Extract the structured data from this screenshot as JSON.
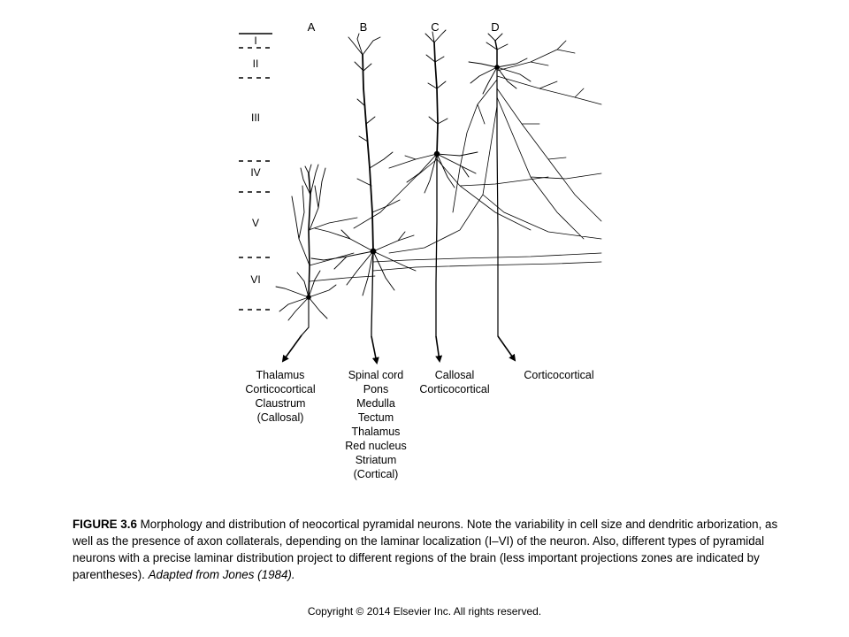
{
  "figure": {
    "column_letters": [
      "A",
      "B",
      "C",
      "D"
    ],
    "layers": [
      "I",
      "II",
      "III",
      "IV",
      "V",
      "VI"
    ],
    "targets": [
      {
        "lines": [
          "Thalamus",
          "Corticocortical",
          "Claustrum",
          "(Callosal)"
        ]
      },
      {
        "lines": [
          "Spinal cord",
          "Pons",
          "Medulla",
          "Tectum",
          "Thalamus",
          "Red nucleus",
          "Striatum",
          "(Cortical)"
        ]
      },
      {
        "lines": [
          "Callosal",
          "Corticocortical"
        ]
      },
      {
        "lines": [
          "Corticocortical"
        ]
      }
    ]
  },
  "caption": {
    "label": "FIGURE 3.6",
    "text": " Morphology and distribution of neocortical pyramidal neurons. Note the variability in cell size and dendritic arborization, as well as the presence of axon collaterals, depending on the laminar localization (I–VI) of the neuron. Also, different types of pyramidal neurons with a precise laminar distribution project to different regions of the brain (less important projections zones are indicated by parentheses). ",
    "citation": "Adapted from Jones (1984)."
  },
  "copyright": "Copyright © 2014 Elsevier Inc. All rights reserved."
}
